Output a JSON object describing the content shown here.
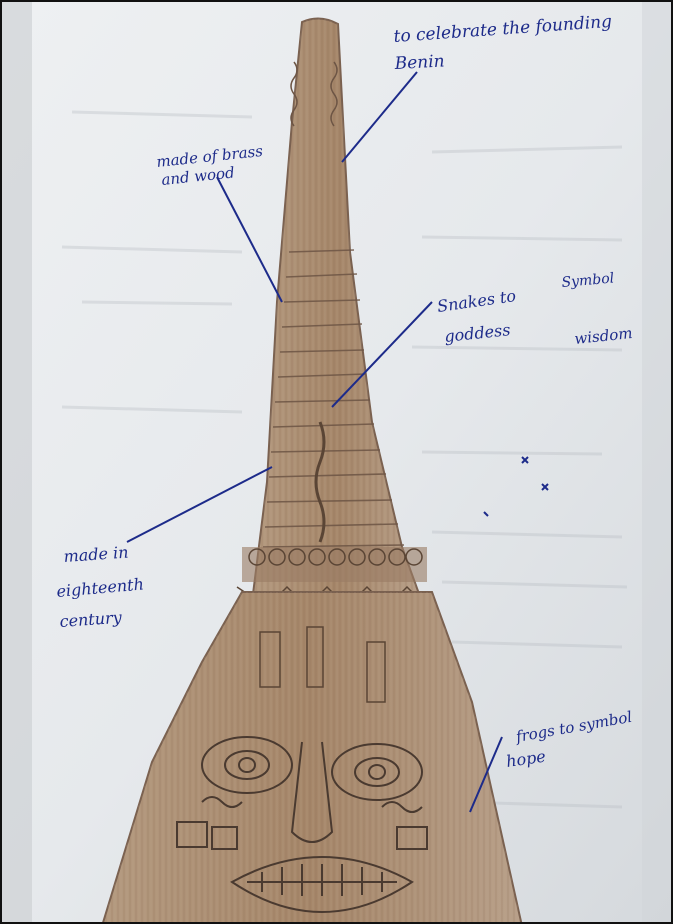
{
  "photo": {
    "subject": "sketch-of-benin-ivory-pendant-with-annotations",
    "paper_color": "#e9ecef",
    "pencil_color": "#a8896e",
    "ink_color": "#1d2b8a"
  },
  "annotations": {
    "top_line_1": "to celebrate the founding",
    "top_line_2": "Benin",
    "material_1": "made of brass",
    "material_2": "and wood",
    "snakes_1": "Snakes to",
    "snakes_2": "Symbol",
    "snakes_3": "goddess",
    "snakes_4": "wisdom",
    "century_1": "made in",
    "century_2": "eighteenth",
    "century_3": "century",
    "frogs_1": "frogs to symbol",
    "frogs_2": "hope"
  }
}
